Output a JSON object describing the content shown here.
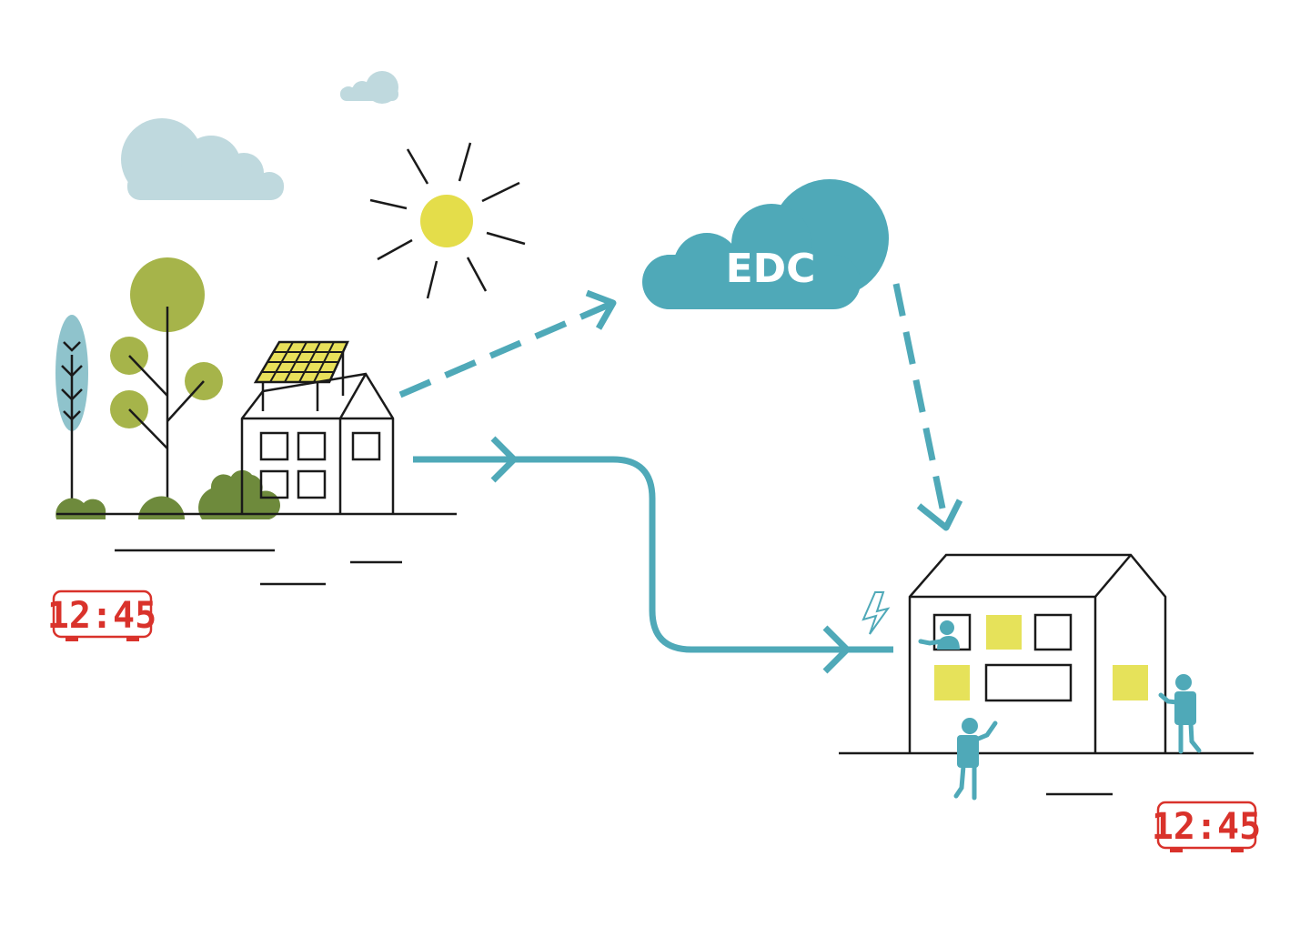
{
  "edc_cloud": {
    "label": "EDC"
  },
  "producer_clock": {
    "time": "12:45"
  },
  "consumer_clock": {
    "time": "12:45"
  },
  "colors": {
    "flow": "#4fa9b8",
    "sun": "#e4dd4a",
    "panel": "#e8e05a",
    "tree_light": "#a6b44a",
    "shrub_dark": "#6e8a3c",
    "sky_cloud": "#bfd9de",
    "clock_red": "#d9322b",
    "person": "#4fa9b8",
    "window_yellow": "#e6e25a"
  }
}
